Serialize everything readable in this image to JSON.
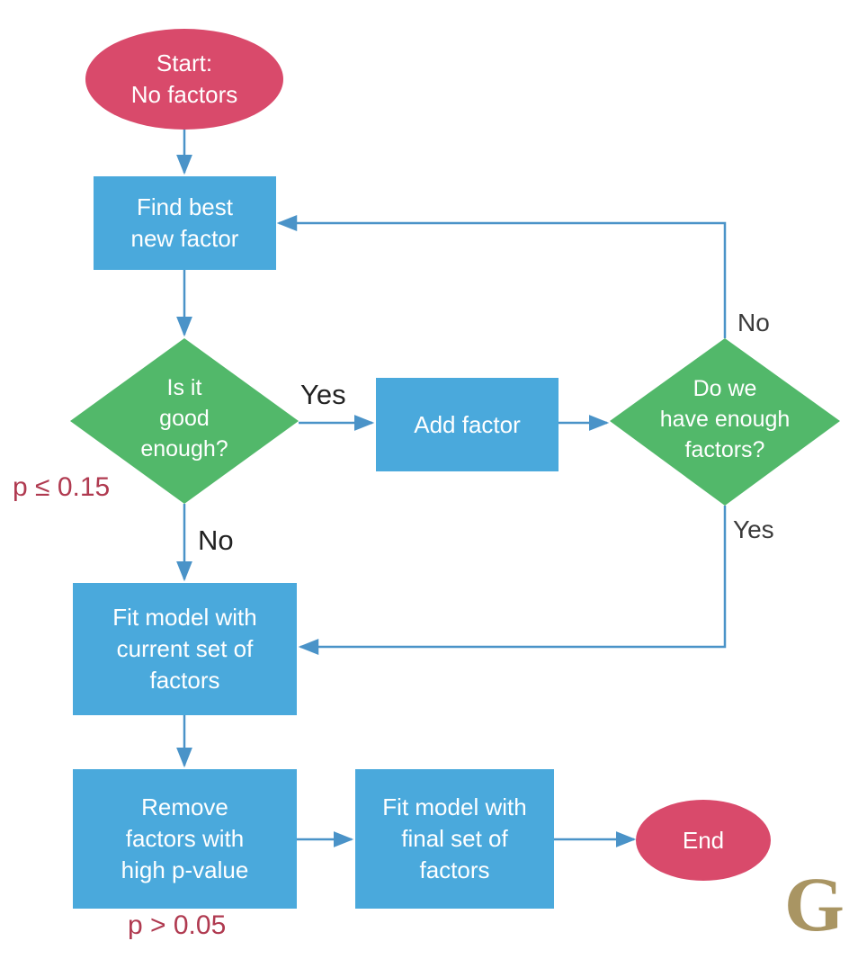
{
  "nodes": {
    "start": "Start:\nNo factors",
    "find_best": "Find best\nnew factor",
    "is_good": "Is it\ngood\nenough?",
    "add_factor": "Add factor",
    "enough_factors": "Do we\nhave enough\nfactors?",
    "fit_current": "Fit model with\ncurrent set of\nfactors",
    "remove_factors": "Remove\nfactors with\nhigh p-value",
    "fit_final": "Fit model with\nfinal set of\nfactors",
    "end": "End"
  },
  "edge_labels": {
    "yes_good": "Yes",
    "no_good": "No",
    "no_enough": "No",
    "yes_enough": "Yes"
  },
  "annotations": {
    "p_enter": "p ≤ 0.15",
    "p_remove": "p > 0.05"
  },
  "logo_text": "G",
  "colors": {
    "box": "#4aa9dc",
    "terminal": "#d94a6b",
    "decision": "#52b86a",
    "arrow": "#4a93c8",
    "annotation": "#b03a50"
  }
}
